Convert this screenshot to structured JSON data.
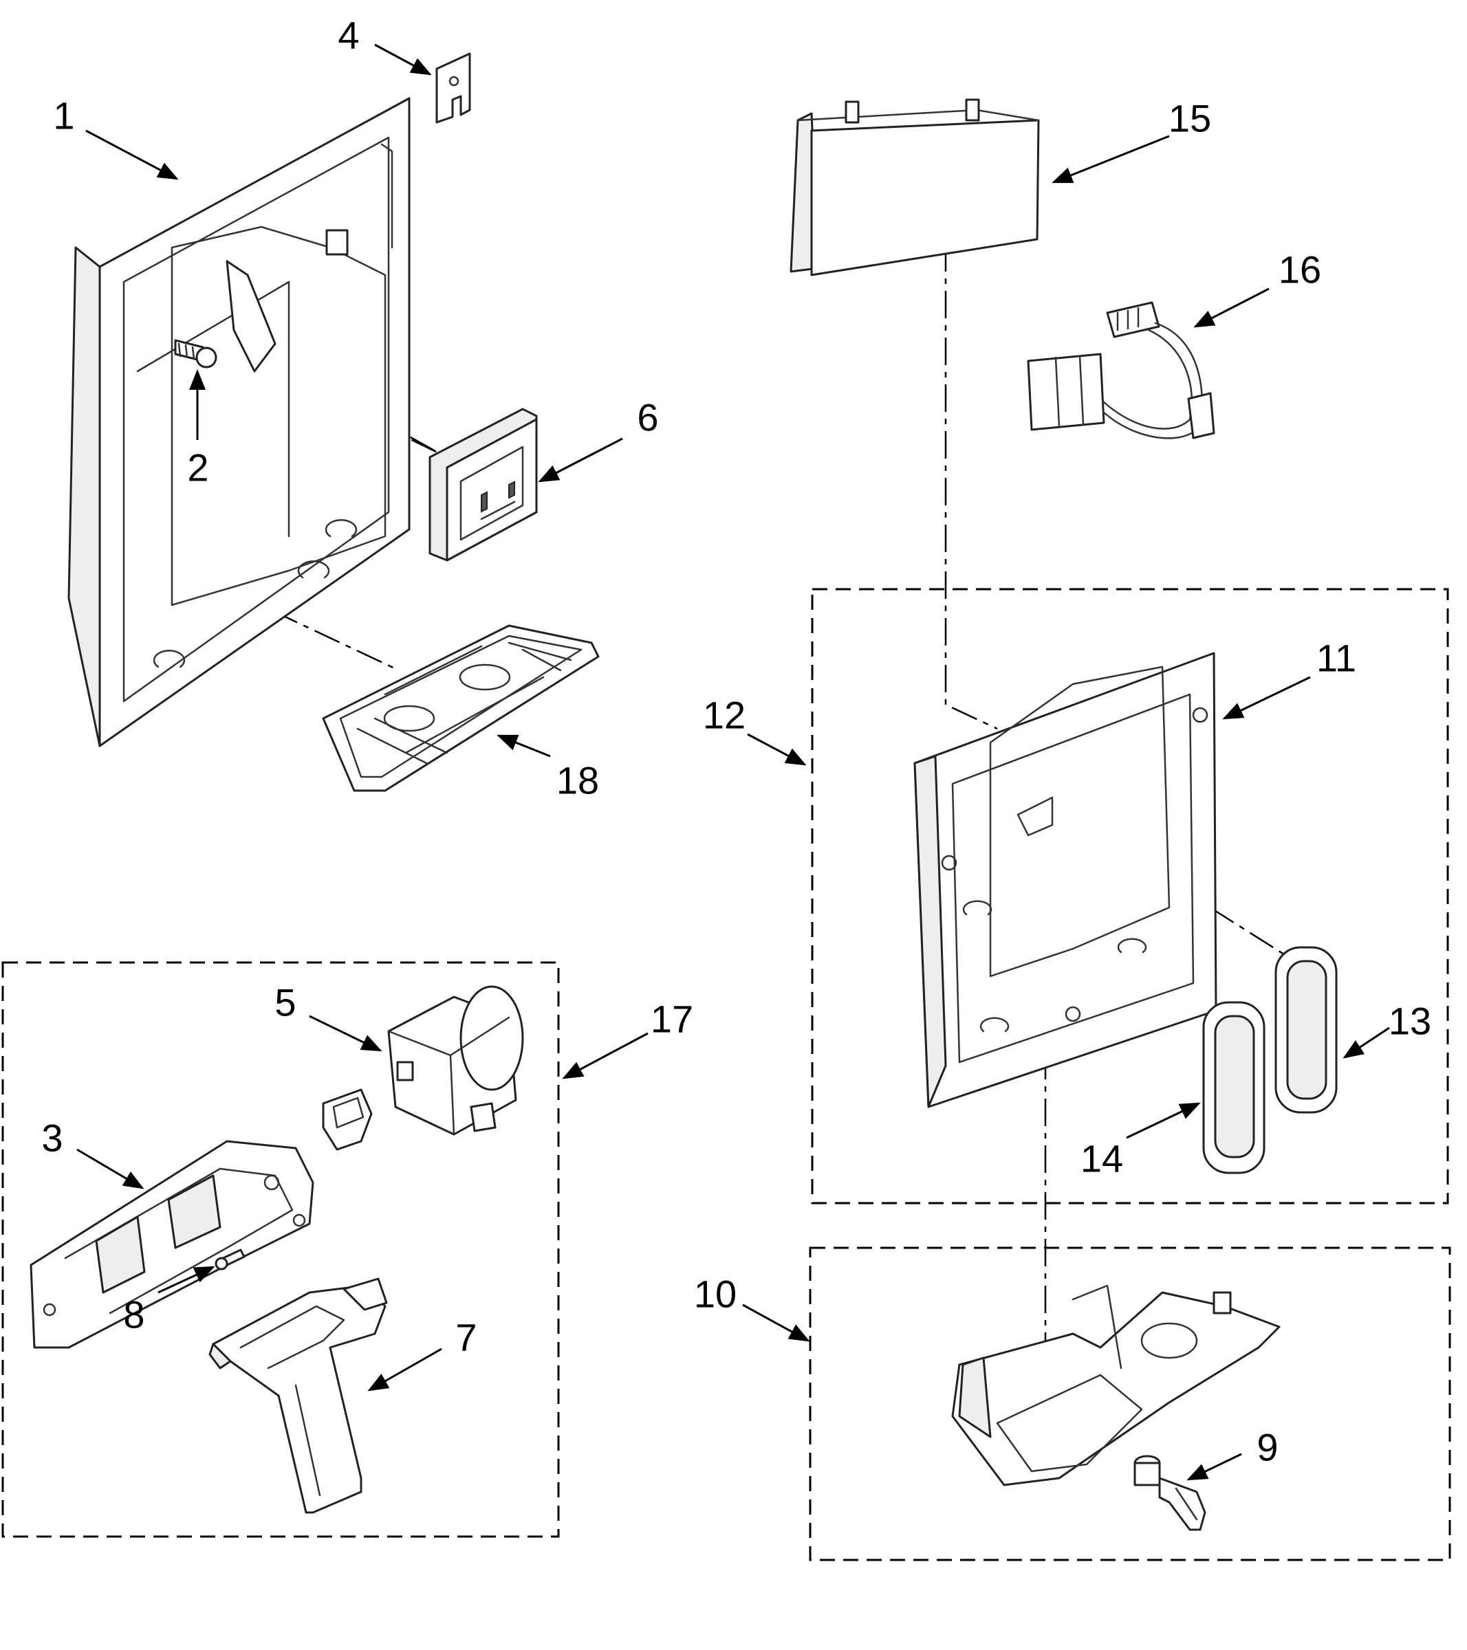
{
  "diagram": {
    "type": "exploded-parts-view",
    "callouts": [
      {
        "id": "1",
        "label": "1"
      },
      {
        "id": "2",
        "label": "2"
      },
      {
        "id": "3",
        "label": "3"
      },
      {
        "id": "4",
        "label": "4"
      },
      {
        "id": "5",
        "label": "5"
      },
      {
        "id": "6",
        "label": "6"
      },
      {
        "id": "7",
        "label": "7"
      },
      {
        "id": "8",
        "label": "8"
      },
      {
        "id": "9",
        "label": "9"
      },
      {
        "id": "10",
        "label": "10"
      },
      {
        "id": "11",
        "label": "11"
      },
      {
        "id": "12",
        "label": "12"
      },
      {
        "id": "13",
        "label": "13"
      },
      {
        "id": "14",
        "label": "14"
      },
      {
        "id": "15",
        "label": "15"
      },
      {
        "id": "16",
        "label": "16"
      },
      {
        "id": "17",
        "label": "17"
      },
      {
        "id": "18",
        "label": "18"
      }
    ],
    "assemblies": [
      {
        "label": "17",
        "contains": [
          "3",
          "5",
          "7",
          "8"
        ]
      },
      {
        "label": "12",
        "contains": [
          "11",
          "13",
          "14"
        ]
      },
      {
        "label": "10",
        "contains": [
          "9"
        ]
      }
    ]
  }
}
